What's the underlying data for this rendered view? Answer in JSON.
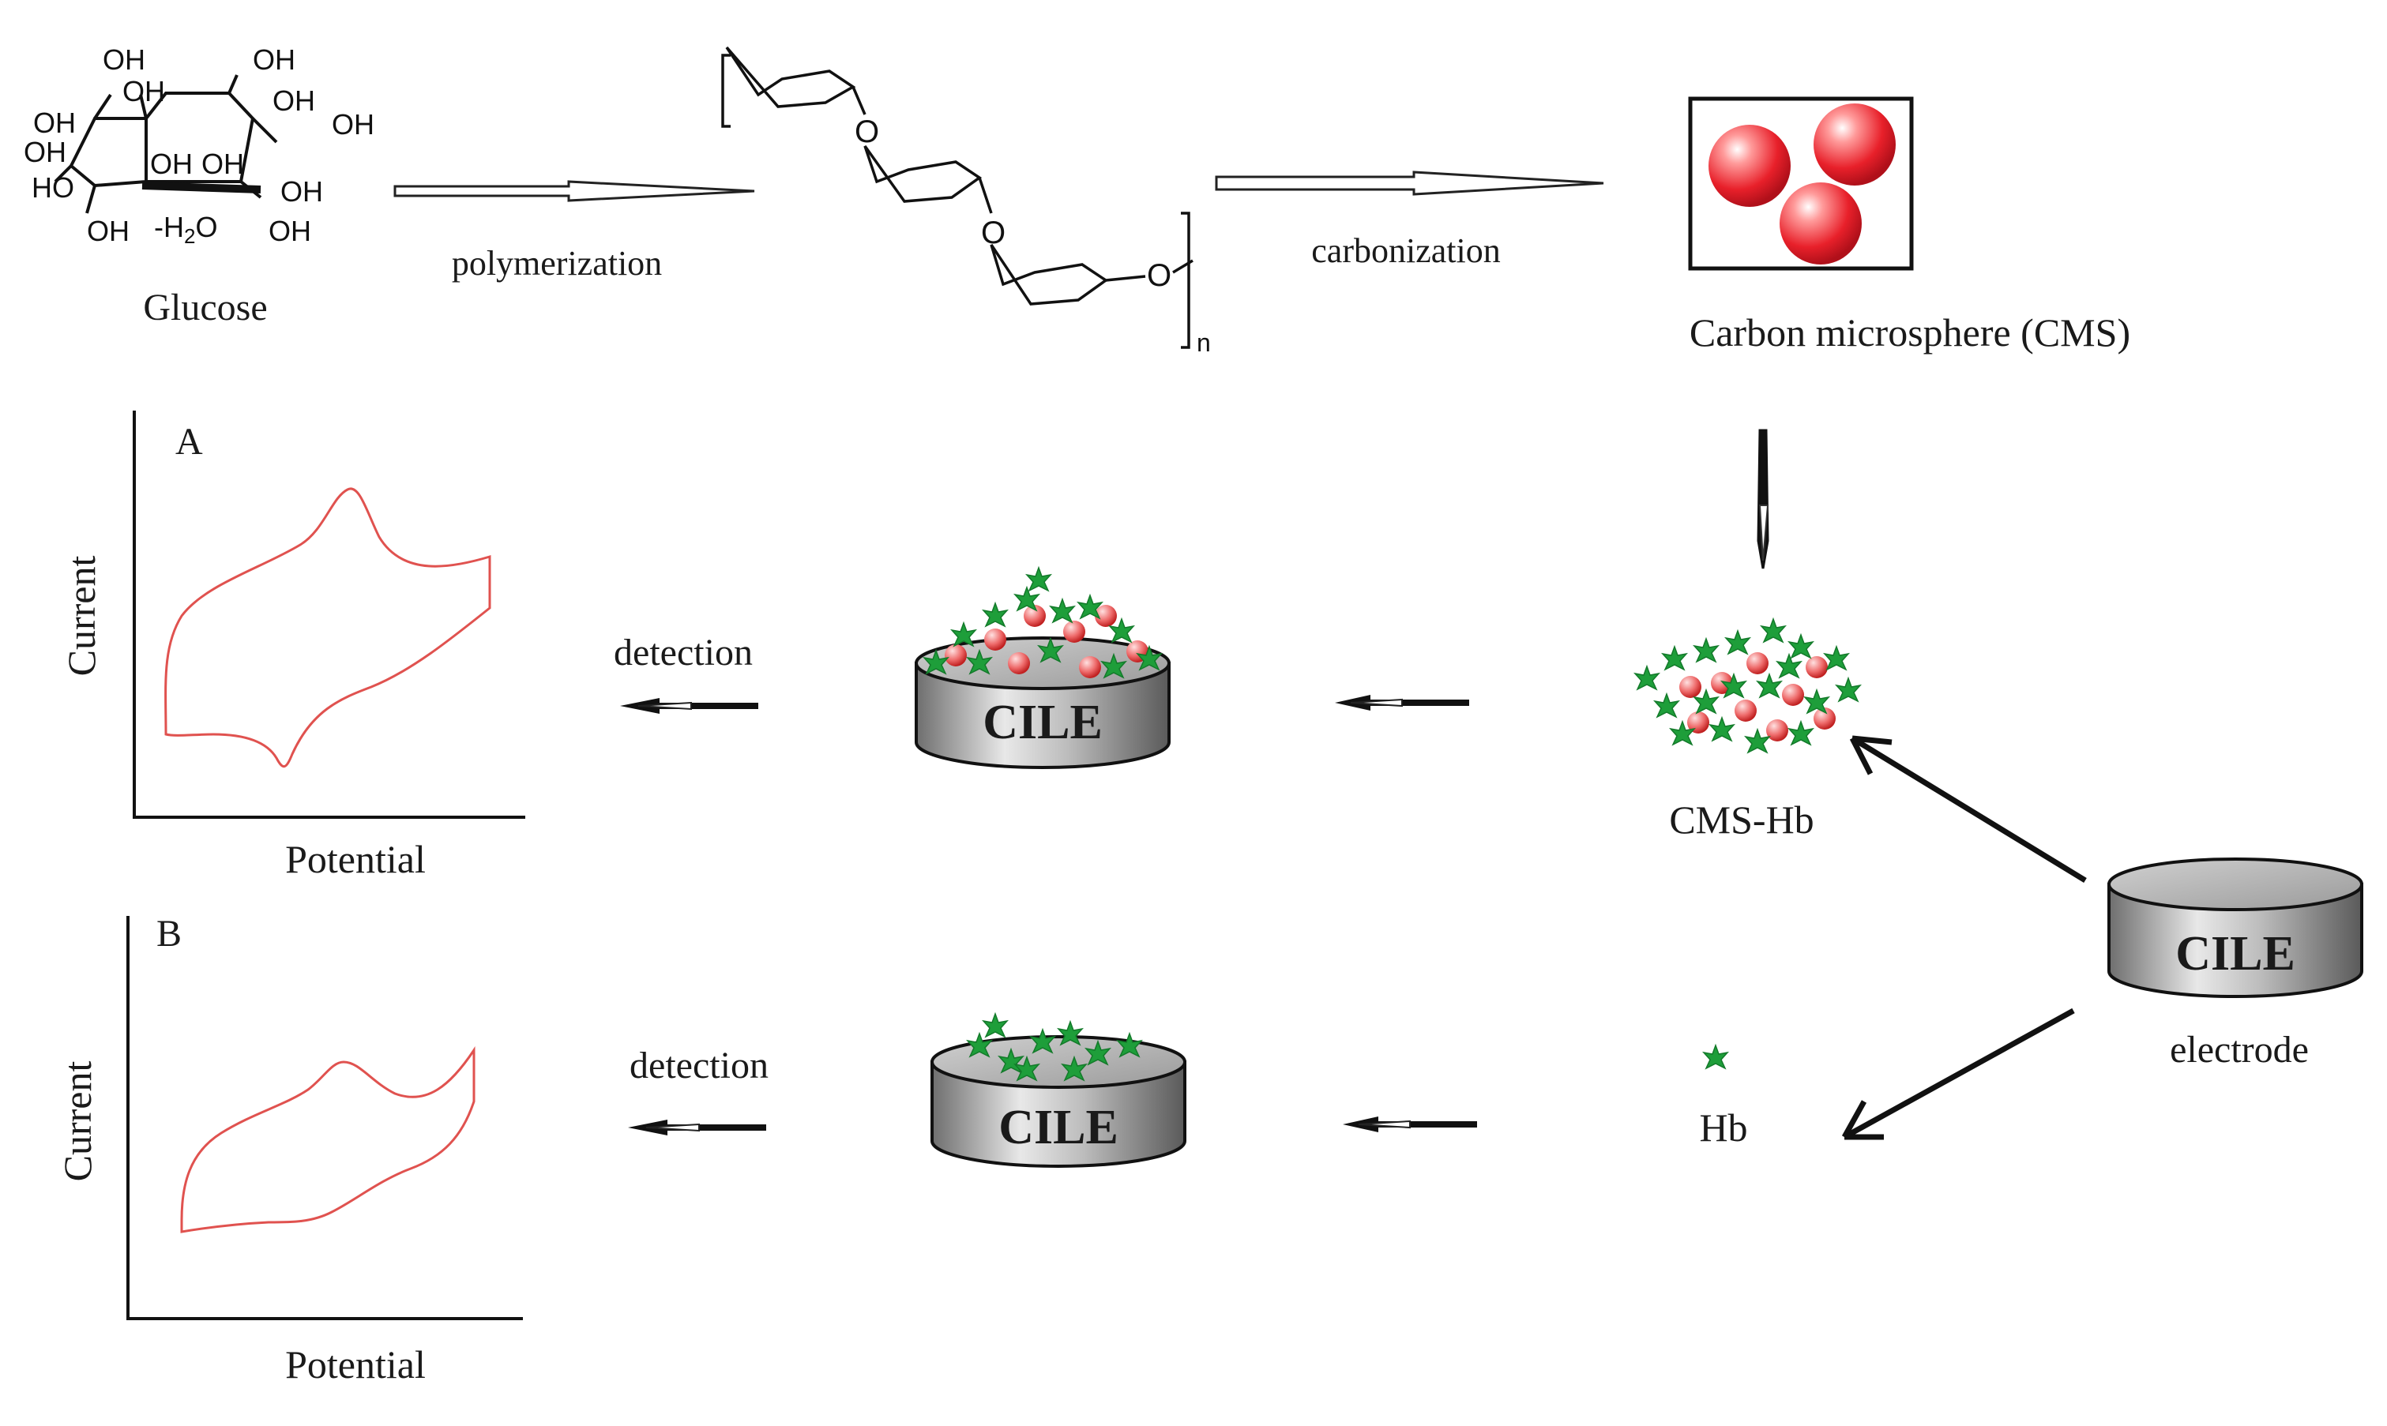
{
  "glucose": {
    "oh_labels": [
      "OH",
      "OH",
      "OH",
      "OH",
      "OH",
      "HO",
      "OH",
      "OH",
      "OH",
      "OH",
      "OH",
      "OH",
      "OH"
    ],
    "water_loss": "-H2O",
    "caption": "Glucose"
  },
  "step1": {
    "label": "polymerization"
  },
  "polymer": {
    "oxygen": "O",
    "repeat_subscript": "n"
  },
  "step2": {
    "label": "carbonization"
  },
  "cms": {
    "caption": "Carbon  microsphere  (CMS)"
  },
  "cms_hb": {
    "caption": "CMS-Hb"
  },
  "hb": {
    "caption": "Hb"
  },
  "bare_electrode": {
    "badge": "CILE",
    "caption": "electrode"
  },
  "electrode_a": {
    "badge": "CILE"
  },
  "electrode_b": {
    "badge": "CILE"
  },
  "plot_a": {
    "panel": "A",
    "ylabel": "Current",
    "xlabel": "Potential"
  },
  "plot_b": {
    "panel": "B",
    "ylabel": "Current",
    "xlabel": "Potential"
  },
  "detect_a": {
    "label": "detection"
  },
  "detect_b": {
    "label": "detection"
  },
  "colors": {
    "sphere": "#e8202a",
    "protein": "#1e9e3a",
    "cv_curve": "#e0524f",
    "steel": "#8a8a8a"
  }
}
